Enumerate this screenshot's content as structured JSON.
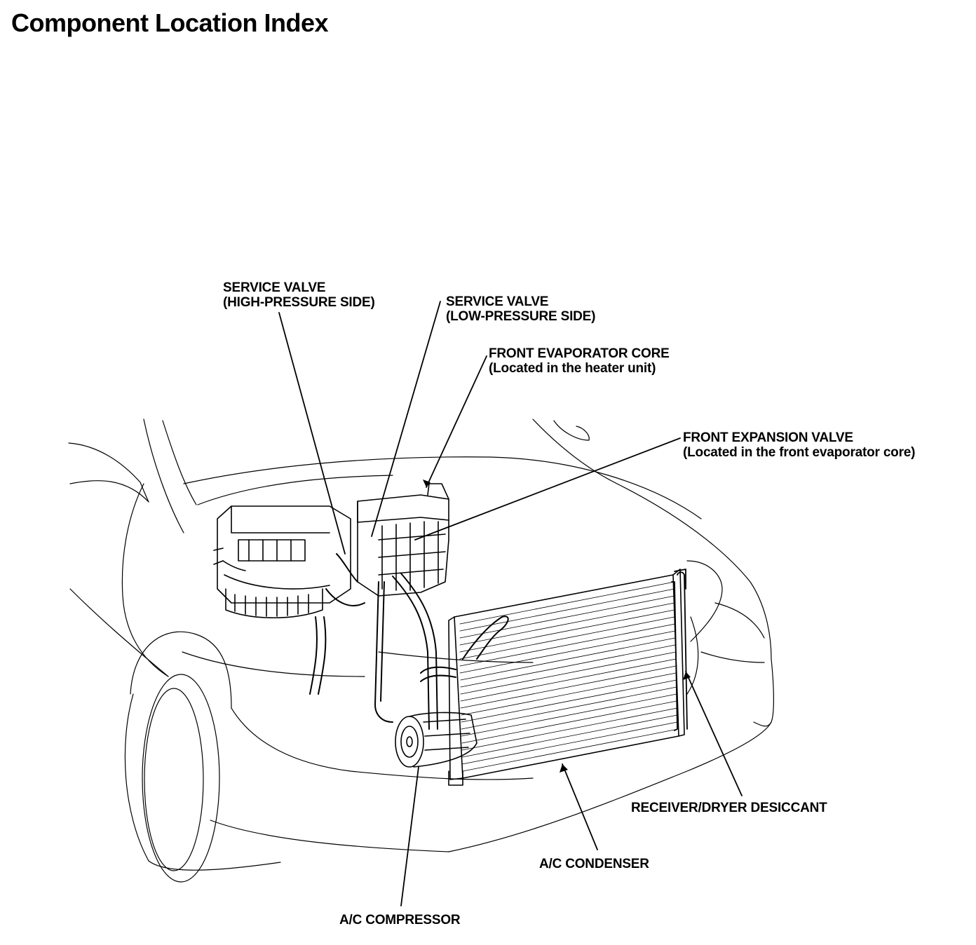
{
  "page": {
    "title": "Component Location Index"
  },
  "callouts": {
    "service_valve_high": {
      "line1": "SERVICE VALVE",
      "line2": "(HIGH-PRESSURE SIDE)"
    },
    "service_valve_low": {
      "line1": "SERVICE VALVE",
      "line2": "(LOW-PRESSURE SIDE)"
    },
    "front_evaporator_core": {
      "line1": "FRONT EVAPORATOR CORE",
      "line2": "(Located in the heater unit)"
    },
    "front_expansion_valve": {
      "line1": "FRONT EXPANSION VALVE",
      "line2": "(Located in the front evaporator core)"
    },
    "receiver_dryer": {
      "line1": "RECEIVER/DRYER DESICCANT"
    },
    "ac_condenser": {
      "line1": "A/C CONDENSER"
    },
    "ac_compressor": {
      "line1": "A/C COMPRESSOR"
    }
  }
}
